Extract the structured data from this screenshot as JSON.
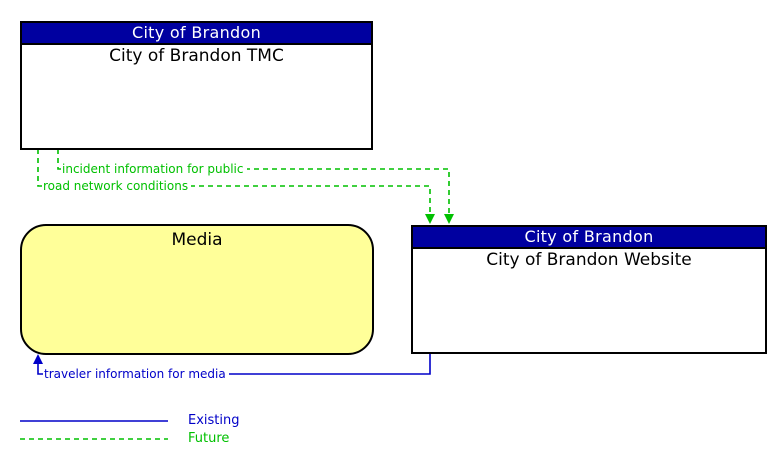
{
  "colors": {
    "header-navy": "#0000A0",
    "header-text": "#FFFFFF",
    "media-yellow": "#FFFF99",
    "future-green": "#00C000",
    "existing-blue": "#0000C8",
    "box-border": "#000000"
  },
  "boxes": {
    "tmc": {
      "header": "City of Brandon",
      "name": "City of Brandon TMC"
    },
    "website": {
      "header": "City of Brandon",
      "name": "City of Brandon Website"
    },
    "media": {
      "name": "Media"
    }
  },
  "flows": [
    {
      "label": "incident information for public",
      "type": "future",
      "from": "City of Brandon TMC",
      "to": "City of Brandon Website"
    },
    {
      "label": "road network conditions",
      "type": "future",
      "from": "City of Brandon TMC",
      "to": "City of Brandon Website"
    },
    {
      "label": "traveler information for media",
      "type": "existing",
      "from": "City of Brandon Website",
      "to": "Media"
    }
  ],
  "legend": {
    "existing": "Existing",
    "future": "Future"
  }
}
